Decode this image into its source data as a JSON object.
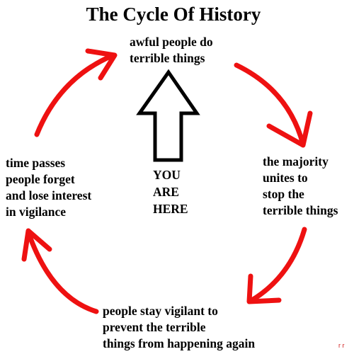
{
  "title": "The Cycle Of History",
  "stages": {
    "top": [
      "awful people do",
      "terrible things"
    ],
    "right": [
      "the majority",
      "unites to",
      "stop the",
      "terrible things"
    ],
    "bottom": [
      "people stay vigilant to",
      "prevent the terrible",
      "things from happening again"
    ],
    "left": [
      "time passes",
      "people forget",
      "and lose interest",
      "in vigilance"
    ]
  },
  "marker": [
    "YOU",
    "ARE",
    "HERE"
  ],
  "signature": "r r",
  "colors": {
    "cycle_arrow": "#ee1111",
    "pointer_arrow_fill": "#ffffff",
    "pointer_arrow_stroke": "#000000",
    "text": "#000000"
  },
  "icons": {
    "cycle_arrows": "curved-arrow-icon",
    "pointer": "up-arrow-icon"
  }
}
